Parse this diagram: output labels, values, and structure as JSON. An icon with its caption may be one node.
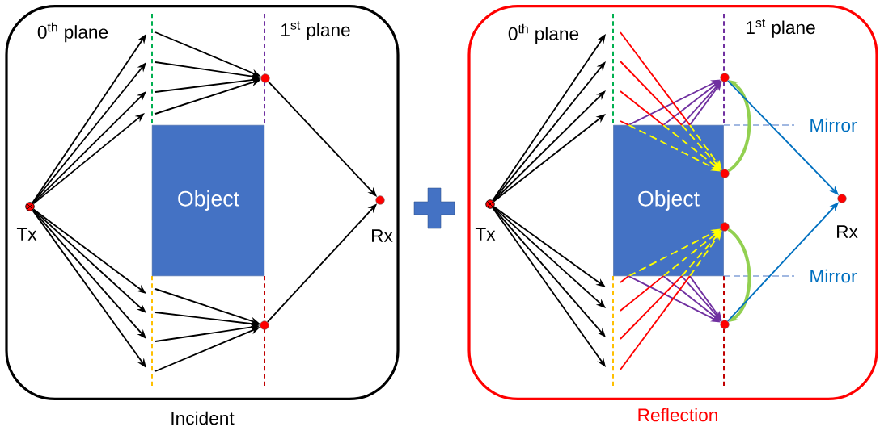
{
  "diagram": {
    "nodes": [
      {
        "text": [
          "Incident"
        ]
      },
      {
        "text": [
          "Object"
        ],
        "in": 0
      },
      {
        "text": [],
        "shape": "circle",
        "beside": [
          "Tx"
        ],
        "in": 0
      },
      {
        "text": [],
        "shape": "circle",
        "beside": [
          "Rx"
        ],
        "in": 0
      },
      {
        "text": [],
        "shape": "circle",
        "in": 0
      },
      {
        "text": [],
        "shape": "circle",
        "in": 0
      },
      {
        "text": [
          "Reflection"
        ]
      },
      {
        "text": [
          "Object"
        ],
        "in": 6
      },
      {
        "text": [],
        "shape": "circle",
        "beside": [
          "Tx"
        ],
        "in": 6
      },
      {
        "text": [],
        "shape": "circle",
        "beside": [
          "Rx"
        ],
        "in": 6
      },
      {
        "text": [],
        "shape": "circle",
        "in": 6
      },
      {
        "text": [],
        "shape": "circle",
        "in": 6
      },
      {
        "text": [],
        "shape": "circle",
        "in": 6
      },
      {
        "text": [],
        "shape": "circle",
        "in": 6
      }
    ],
    "edges": [
      {
        "from": 2,
        "to": null,
        "arrow": "to"
      },
      {
        "from": 2,
        "to": null,
        "arrow": "to"
      },
      {
        "from": 2,
        "to": null,
        "arrow": "to"
      },
      {
        "from": 2,
        "to": null,
        "arrow": "to"
      },
      {
        "from": 2,
        "to": null,
        "arrow": "to"
      },
      {
        "from": 2,
        "to": null,
        "arrow": "to"
      },
      {
        "from": 2,
        "to": null,
        "arrow": "to"
      },
      {
        "from": 2,
        "to": null,
        "arrow": "to"
      },
      {
        "from": null,
        "to": 4,
        "arrow": "to"
      },
      {
        "from": null,
        "to": 4,
        "arrow": "to"
      },
      {
        "from": null,
        "to": 4,
        "arrow": "to"
      },
      {
        "from": null,
        "to": 4,
        "arrow": "to"
      },
      {
        "from": null,
        "to": 5,
        "arrow": "to"
      },
      {
        "from": null,
        "to": 5,
        "arrow": "to"
      },
      {
        "from": null,
        "to": 5,
        "arrow": "to"
      },
      {
        "from": null,
        "to": 5,
        "arrow": "to"
      },
      {
        "from": 4,
        "to": 3,
        "arrow": "to"
      },
      {
        "from": 5,
        "to": 3,
        "arrow": "to"
      },
      {
        "from": 8,
        "to": null,
        "arrow": "to"
      },
      {
        "from": 8,
        "to": null,
        "arrow": "to"
      },
      {
        "from": 8,
        "to": null,
        "arrow": "to"
      },
      {
        "from": 8,
        "to": null,
        "arrow": "to"
      },
      {
        "from": 8,
        "to": null,
        "arrow": "to"
      },
      {
        "from": 8,
        "to": null,
        "arrow": "to"
      },
      {
        "from": 8,
        "to": null,
        "arrow": "to"
      },
      {
        "from": 8,
        "to": null,
        "arrow": "to"
      },
      {
        "from": 7,
        "to": 10,
        "arrow": "to",
        "color": "#7030a0"
      },
      {
        "from": 7,
        "to": 10,
        "arrow": "to",
        "color": "#7030a0"
      },
      {
        "from": 7,
        "to": 10,
        "arrow": "to",
        "color": "#7030a0"
      },
      {
        "from": 7,
        "to": 10,
        "arrow": "to",
        "color": "#7030a0"
      },
      {
        "from": 7,
        "to": 11,
        "arrow": "to",
        "style": "dashed",
        "color": "#ffff00"
      },
      {
        "from": 7,
        "to": 11,
        "arrow": "to",
        "style": "dashed",
        "color": "#ffff00"
      },
      {
        "from": 7,
        "to": 11,
        "arrow": "to",
        "style": "dashed",
        "color": "#ffff00"
      },
      {
        "from": 7,
        "to": 11,
        "arrow": "to",
        "style": "dashed",
        "color": "#ffff00"
      },
      {
        "from": 7,
        "to": 12,
        "arrow": "to",
        "style": "dashed",
        "color": "#ffff00"
      },
      {
        "from": 7,
        "to": 12,
        "arrow": "to",
        "style": "dashed",
        "color": "#ffff00"
      },
      {
        "from": 7,
        "to": 12,
        "arrow": "to",
        "style": "dashed",
        "color": "#ffff00"
      },
      {
        "from": 7,
        "to": 12,
        "arrow": "to",
        "style": "dashed",
        "color": "#ffff00"
      },
      {
        "from": 7,
        "to": 13,
        "arrow": "to",
        "color": "#7030a0"
      },
      {
        "from": 7,
        "to": 13,
        "arrow": "to",
        "color": "#7030a0"
      },
      {
        "from": 7,
        "to": 13,
        "arrow": "to",
        "color": "#7030a0"
      },
      {
        "from": 7,
        "to": 13,
        "arrow": "to",
        "color": "#7030a0"
      },
      {
        "from": 11,
        "to": 10,
        "arrow": "to",
        "style": "thick",
        "color": "#92d050"
      },
      {
        "from": 12,
        "to": 13,
        "arrow": "to",
        "style": "thick",
        "color": "#92d050"
      },
      {
        "from": 10,
        "to": 9,
        "arrow": "to",
        "color": "#0070c0"
      },
      {
        "from": 13,
        "to": 9,
        "arrow": "to",
        "color": "#0070c0"
      },
      {
        "from": null,
        "to": 7,
        "arrow": "none",
        "color": "#ff0000"
      },
      {
        "from": null,
        "to": 7,
        "arrow": "none",
        "color": "#ff0000"
      },
      {
        "from": null,
        "to": 7,
        "arrow": "none",
        "color": "#ff0000"
      },
      {
        "from": null,
        "to": 7,
        "arrow": "none",
        "color": "#ff0000"
      },
      {
        "from": null,
        "to": 7,
        "arrow": "none",
        "color": "#ff0000"
      },
      {
        "from": null,
        "to": 7,
        "arrow": "none",
        "color": "#ff0000"
      },
      {
        "from": null,
        "to": 7,
        "arrow": "none",
        "color": "#ff0000"
      },
      {
        "from": null,
        "to": 7,
        "arrow": "none",
        "color": "#ff0000"
      }
    ],
    "labels": [
      "0$^{th}$ plane",
      "1$^{st}$ plane",
      "0$^{th}$ plane",
      "1$^{st}$ plane",
      "Mirror",
      "Mirror"
    ]
  }
}
